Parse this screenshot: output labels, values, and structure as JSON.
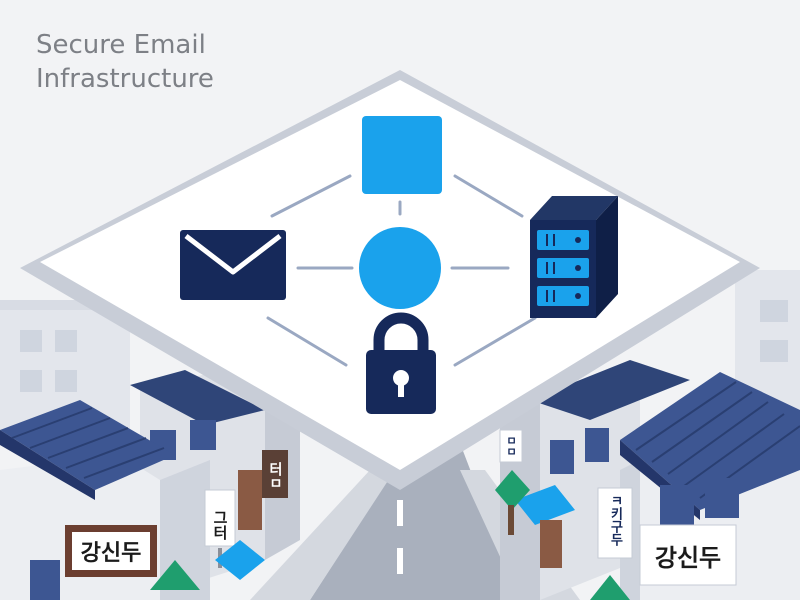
{
  "header": {
    "title_line1": "Secure Email",
    "title_line2": "Infrastructure"
  },
  "street": {
    "left_sign": "강신두",
    "left_hanging_sign": "그터",
    "left_back_sign": "터ㅁ",
    "right_sign": "강신두",
    "right_hanging_sign": "ㅋ키구두",
    "right_back_sign": "ㅁㅁ"
  },
  "colors": {
    "accent_light_blue": "#1aa2ec",
    "navy": "#16295a",
    "roof_blue": "#3d5692",
    "platform": "#ffffff",
    "connector_lines": "#9aa8c2",
    "background": "#f2f3f5"
  },
  "icons": [
    "envelope-icon",
    "server-icon",
    "padlock-icon",
    "square-node-icon",
    "circle-node-icon"
  ]
}
